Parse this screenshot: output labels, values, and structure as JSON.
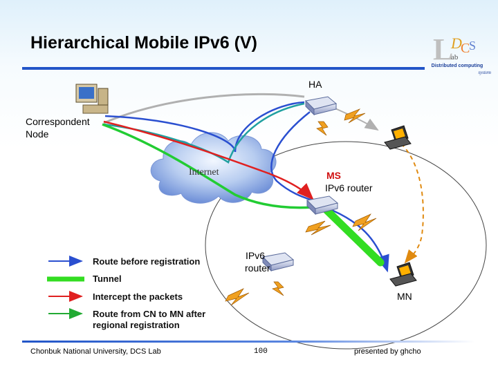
{
  "title": "Hierarchical Mobile IPv6 (V)",
  "logo": {
    "letters": "LDCS",
    "subtitle": "Distributed computing",
    "subtitle2": "system"
  },
  "nodes": {
    "ha": "HA",
    "correspondent_line1": "Correspondent",
    "correspondent_line2": "Node",
    "internet": "Internet",
    "ms_line1": "MS",
    "ms_line2": "IPv6 router",
    "router_line1": "IPv6",
    "router_line2": "router",
    "mn": "MN"
  },
  "legend": {
    "before": "Route before registration",
    "tunnel": "Tunnel",
    "intercept": "Intercept the packets",
    "after_line1": "Route from CN to MN after",
    "after_line2": "regional registration"
  },
  "colors": {
    "before": "#2a4fd0",
    "tunnel": "#33dd22",
    "intercept": "#e02020",
    "after": "#22aa33",
    "gray_path": "#b0b0b0",
    "orange_path": "#e08a10",
    "accent": "#2255c8"
  },
  "footer": {
    "left": "Chonbuk National University, DCS Lab",
    "page": "100",
    "right": "presented by ghcho"
  }
}
